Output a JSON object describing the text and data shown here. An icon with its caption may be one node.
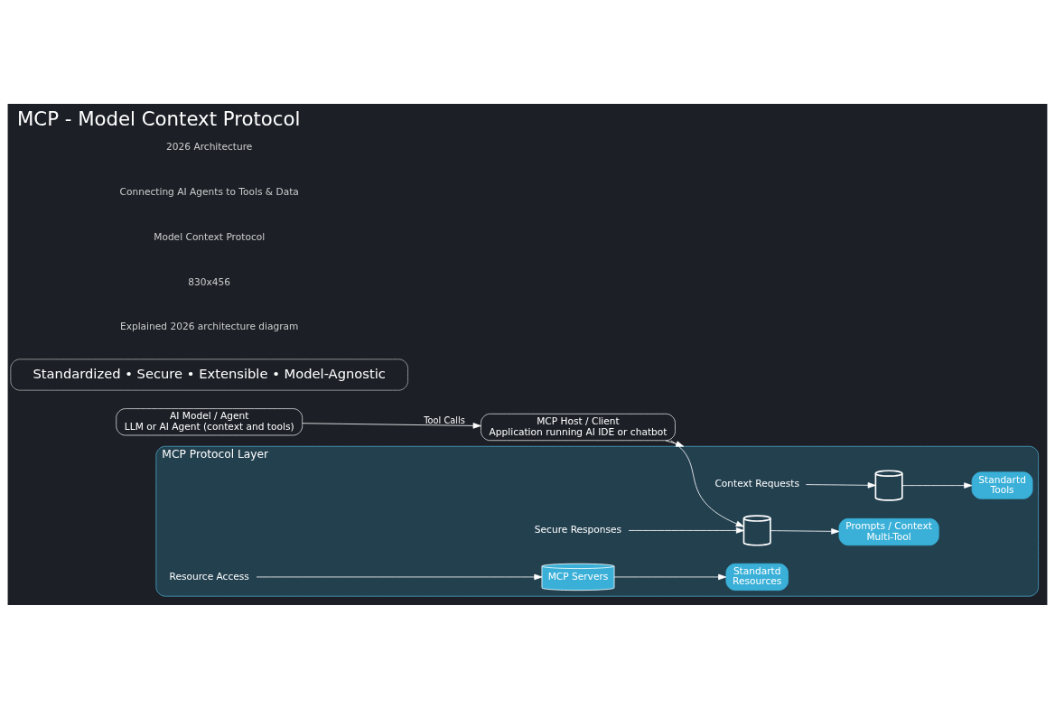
{
  "diagram": {
    "title": "MCP - Model Context Protocol",
    "nodes": [
      {
        "text": [
          "AI Model / Agent",
          "LLM or AI Agent (context and tools)"
        ]
      },
      {
        "text": [
          "MCP Host / Client",
          "Application running AI IDE or chatbot"
        ]
      },
      {
        "text": [
          "MCP Protocol Layer"
        ]
      },
      {
        "text": [
          "Context Requests"
        ],
        "in": 2
      },
      {
        "text": [],
        "shape": "cylinder",
        "in": 2
      },
      {
        "text": [
          "Resource Access"
        ],
        "in": 2
      },
      {
        "text": [
          "MCP Servers"
        ],
        "in": 2
      },
      {
        "text": [
          "Secure Responses"
        ],
        "in": 2
      },
      {
        "text": [],
        "shape": "cylinder",
        "in": 2
      },
      {
        "text": [
          "Standartd",
          "Tools"
        ],
        "in": 2
      },
      {
        "text": [
          "Standartd",
          "Resources"
        ],
        "in": 2
      },
      {
        "text": [
          "Prompts / Context",
          "Multi-Tool"
        ],
        "in": 2
      },
      {
        "text": [
          "Standardized • Secure • Extensible • Model-Agnostic"
        ]
      }
    ],
    "edges": [
      {
        "from": 0,
        "to": 1,
        "arrow": "to",
        "label": "Tool Calls"
      },
      {
        "from": 1,
        "to": 2,
        "arrow": "to"
      },
      {
        "from": 1,
        "to": 8,
        "arrow": "to"
      },
      {
        "from": 3,
        "to": 4,
        "arrow": "to"
      },
      {
        "from": 5,
        "to": 6,
        "arrow": "to"
      },
      {
        "from": 7,
        "to": 8,
        "arrow": "to"
      },
      {
        "from": 4,
        "to": 9,
        "arrow": "to"
      },
      {
        "from": 6,
        "to": 10,
        "arrow": "to"
      },
      {
        "from": 8,
        "to": 11,
        "arrow": "to"
      }
    ],
    "labels": [
      "Explained 2026 architecture diagram",
      "830x456",
      "Model Context Protocol",
      "Connecting AI Agents to Tools & Data",
      "2026 Architecture"
    ]
  }
}
